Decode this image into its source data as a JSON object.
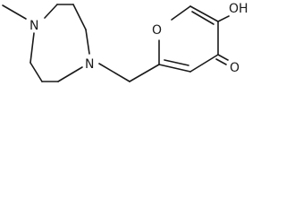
{
  "molecule": {
    "labels": {
      "ring_oxygen": "O",
      "carbonyl_oxygen": "O",
      "hydroxy": "OH",
      "piperazine_n_methyl": "N",
      "piperazine_n_linker": "N"
    }
  },
  "colors": {
    "ink": "#1a1a1a",
    "background": "#ffffff"
  }
}
